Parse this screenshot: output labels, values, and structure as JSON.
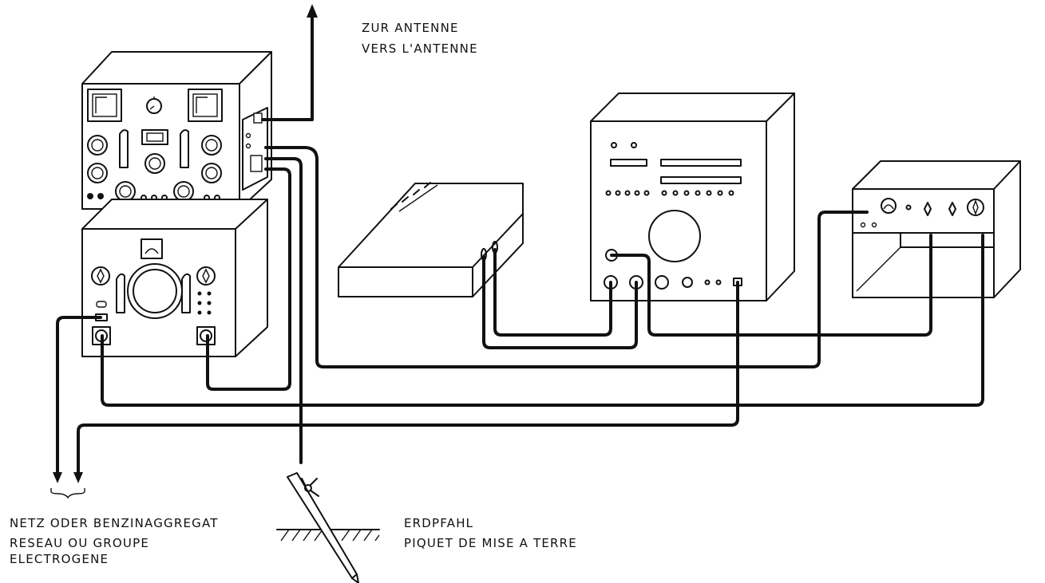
{
  "labels": {
    "antenna_de": "ZUR ANTENNE",
    "antenna_fr": "VERS L'ANTENNE",
    "power_de": "NETZ ODER BENZINAGGREGAT",
    "power_fr_1": "RESEAU OU GROUPE",
    "power_fr_2": "ELECTROGENE",
    "ground_de": "ERDPFAHL",
    "ground_fr": "PIQUET DE MISE A TERRE"
  },
  "colors": {
    "ink": "#111111",
    "paper": "#ffffff"
  }
}
